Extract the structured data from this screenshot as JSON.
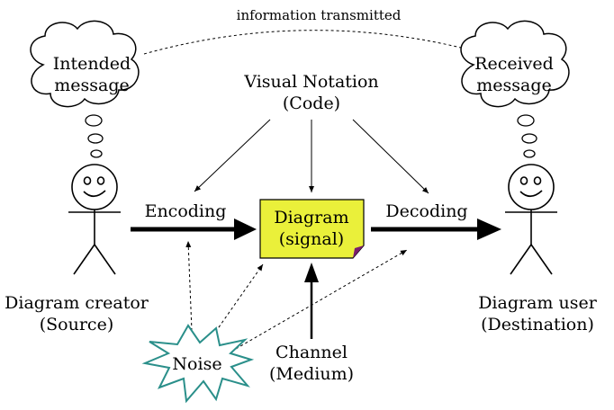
{
  "top_link": "information transmitted",
  "source_thought": {
    "line1": "Intended",
    "line2": "message"
  },
  "destination_thought": {
    "line1": "Received",
    "line2": "message"
  },
  "code": {
    "line1": "Visual Notation",
    "line2": "(Code)"
  },
  "encoding": "Encoding",
  "decoding": "Decoding",
  "signal": {
    "line1": "Diagram",
    "line2": "(signal)"
  },
  "source": {
    "line1": "Diagram creator",
    "line2": "(Source)"
  },
  "destination": {
    "line1": "Diagram user",
    "line2": "(Destination)"
  },
  "noise": "Noise",
  "channel": {
    "line1": "Channel",
    "line2": "(Medium)"
  },
  "colors": {
    "signal_fill": "#eaf03a",
    "signal_fold": "#7a1e6e",
    "noise_stroke": "#2a8f8a"
  }
}
